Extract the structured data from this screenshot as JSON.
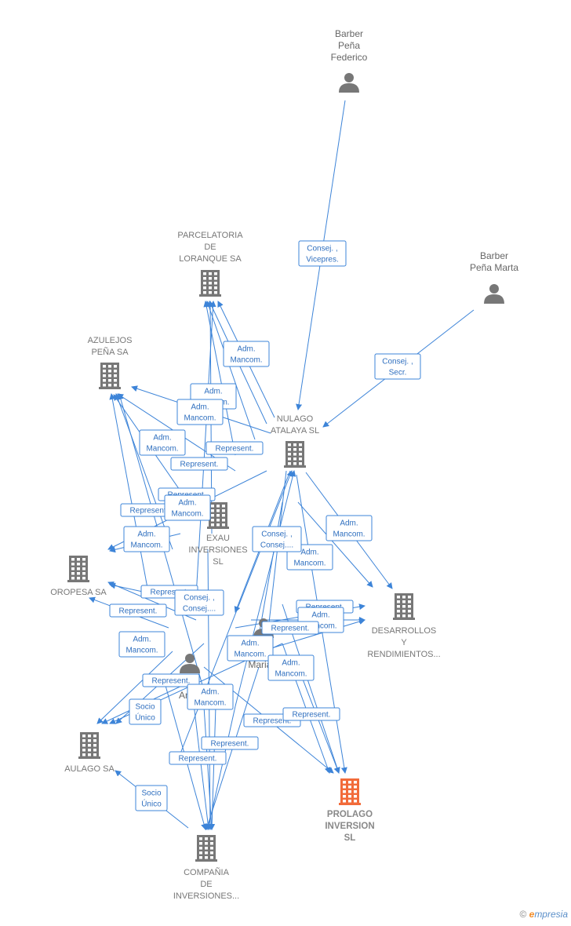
{
  "nodes": [
    {
      "id": "federico",
      "kind": "person",
      "lines": [
        "Barber",
        "Peña",
        "Federico"
      ]
    },
    {
      "id": "marta_b",
      "kind": "person",
      "lines": [
        "Barber",
        "Peña Marta"
      ]
    },
    {
      "id": "parcelatoria",
      "kind": "company",
      "lines": [
        "PARCELATORIA",
        "DE",
        "LORANQUE SA"
      ]
    },
    {
      "id": "azulejos",
      "kind": "company",
      "lines": [
        "AZULEJOS",
        "PEÑA SA"
      ]
    },
    {
      "id": "nulago",
      "kind": "company",
      "lines": [
        "NULAGO",
        "ATALAYA  SL"
      ]
    },
    {
      "id": "exau",
      "kind": "company",
      "lines": [
        "EXAU",
        "INVERSIONES",
        "SL"
      ]
    },
    {
      "id": "oropesa",
      "kind": "company",
      "lines": [
        "OROPESA SA"
      ]
    },
    {
      "id": "desarrollos",
      "kind": "company",
      "lines": [
        "DESARROLLOS",
        "Y",
        "RENDIMIENTOS..."
      ]
    },
    {
      "id": "ana",
      "kind": "person",
      "lines": [
        "Ana I"
      ]
    },
    {
      "id": "mariaj",
      "kind": "person",
      "lines": [
        "Maria J"
      ]
    },
    {
      "id": "aulago",
      "kind": "company",
      "lines": [
        "AULAGO SA"
      ]
    },
    {
      "id": "prolago",
      "kind": "company",
      "highlight": true,
      "lines": [
        "PROLAGO",
        "INVERSION",
        "SL"
      ]
    },
    {
      "id": "compania",
      "kind": "company",
      "lines": [
        "COMPAÑIA",
        "DE",
        "INVERSIONES..."
      ]
    }
  ],
  "edge_labels": [
    {
      "lines": [
        "Consej. ,",
        "Vicepres."
      ]
    },
    {
      "lines": [
        "Consej. ,",
        "Secr."
      ]
    },
    {
      "lines": [
        "Adm.",
        "Mancom."
      ]
    },
    {
      "lines": [
        "Adm.",
        "Mancom."
      ]
    },
    {
      "lines": [
        "Adm.",
        "Mancom."
      ]
    },
    {
      "lines": [
        "Adm.",
        "Mancom."
      ]
    },
    {
      "lines": [
        "Represent."
      ]
    },
    {
      "lines": [
        "Represent."
      ]
    },
    {
      "lines": [
        "Represent."
      ]
    },
    {
      "lines": [
        "Represent."
      ]
    },
    {
      "lines": [
        "Adm.",
        "Mancom."
      ]
    },
    {
      "lines": [
        "Adm.",
        "Mancom."
      ]
    },
    {
      "lines": [
        "Adm.",
        "Mancom."
      ]
    },
    {
      "lines": [
        "Consej. ,",
        "Consej...."
      ]
    },
    {
      "lines": [
        "Adm.",
        "Mancom."
      ]
    },
    {
      "lines": [
        "Represent."
      ]
    },
    {
      "lines": [
        "Consej. ,",
        "Consej...."
      ]
    },
    {
      "lines": [
        "Represent."
      ]
    },
    {
      "lines": [
        "Adm.",
        "Mancom."
      ]
    },
    {
      "lines": [
        "Represent."
      ]
    },
    {
      "lines": [
        "Adm.",
        "Mancom."
      ]
    },
    {
      "lines": [
        "Represent."
      ]
    },
    {
      "lines": [
        "Adm.",
        "Mancom."
      ]
    },
    {
      "lines": [
        "Represent."
      ]
    },
    {
      "lines": [
        "Socio",
        "Único"
      ]
    },
    {
      "lines": [
        "Adm.",
        "Mancom."
      ]
    },
    {
      "lines": [
        "Adm.",
        "Mancom."
      ]
    },
    {
      "lines": [
        "Represent."
      ]
    },
    {
      "lines": [
        "Represent."
      ]
    },
    {
      "lines": [
        "Represent."
      ]
    },
    {
      "lines": [
        "Represent."
      ]
    },
    {
      "lines": [
        "Socio",
        "Único"
      ]
    }
  ],
  "colors": {
    "edge": "#3d84d8",
    "node": "#777777",
    "highlight": "#f26b3a"
  },
  "brand": {
    "copyright": "©",
    "logo_first": "e",
    "logo_rest": "mpresia"
  }
}
